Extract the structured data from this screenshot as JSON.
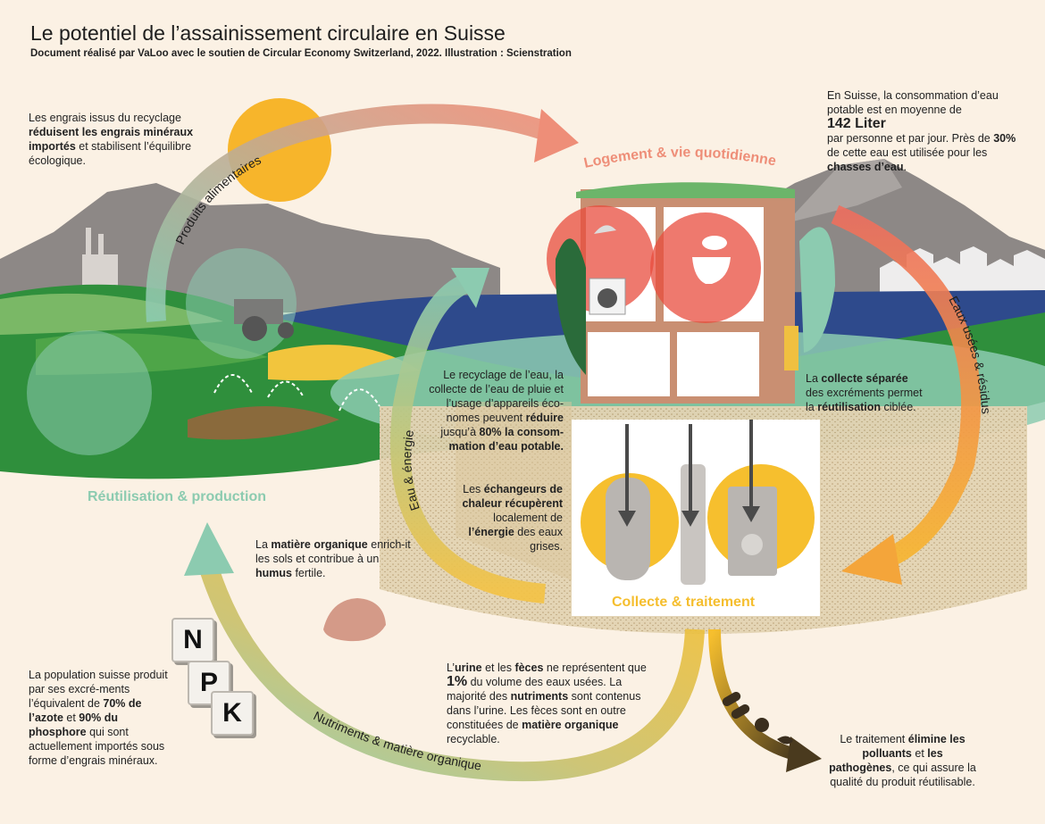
{
  "header": {
    "title": "Le potentiel de l’assainissement circulaire en Suisse",
    "subtitle": "Document réalisé par VaLoo avec le soutien de Circular Economy Switzerland, 2022. Illustration : Scienstration"
  },
  "sections": {
    "housing": "Logement & vie quotidienne",
    "reuse": "Réutilisation & production",
    "collect": "Collecte & traitement"
  },
  "flows": {
    "food": "Produits alimentaires",
    "wastewater": "Eaux usées & résidus",
    "water_energy": "Eau & énergie",
    "nutrients": "Nutriments & matière organique"
  },
  "npk": {
    "n": "N",
    "p": "P",
    "k": "K"
  },
  "notes": {
    "fertilizer": {
      "t1": "Les engrais issus du recyclage ",
      "b1": "réduisent les engrais minéraux importés",
      "t2": " et stabilisent l’équilibre écologique."
    },
    "consumption": {
      "t1": "En Suisse, la consommation d’eau potable est en moyenne de",
      "big": "142 Liter",
      "t2": " par personne et par jour. Près de ",
      "b1": "30%",
      "t3": " de cette eau est utilisée pour les ",
      "b2": "chasses d’eau",
      "t4": "."
    },
    "recycling": {
      "t1": "Le recyclage de l’eau, la collecte de l’eau de pluie et l’usage d’appareils éco-nomes peuvent ",
      "b1": "réduire",
      "t2": " jusqu’à ",
      "b2": "80% la consom-mation d’eau potable."
    },
    "separate": {
      "t1": "La ",
      "b1": "collecte séparée",
      "t2": " des excréments permet la ",
      "b2": "réutilisation",
      "t3": " ciblée."
    },
    "heat": {
      "t1": "Les ",
      "b1": "échangeurs de chaleur récupèrent",
      "t2": " localement de ",
      "b2": "l’énergie",
      "t3": " des eaux grises."
    },
    "organic": {
      "t1": "La ",
      "b1": "matière organique",
      "t2": " enrich-it les sols et contribue à un ",
      "b2": "humus",
      "t3": " fertile."
    },
    "population": {
      "t1": "La population suisse produit par ses excré-ments l’équivalent de ",
      "b1": "70% de l’azote",
      "t2": " et ",
      "b2": "90% du phosphore",
      "t3": " qui sont actuellement importés sous forme d’engrais minéraux."
    },
    "urine": {
      "t1": "L’",
      "b1": "urine",
      "t2": " et les ",
      "b2": "fèces",
      "t3": " ne représentent que ",
      "b3": "1%",
      "t4": " du volume des eaux usées. La majorité des ",
      "b4": "nutriments",
      "t5": " sont contenus dans l’urine. Les fèces sont en outre constituées de ",
      "b5": "matière organique",
      "t6": " recyclable."
    },
    "treatment": {
      "t1": "Le traitement ",
      "b1": "élimine les polluants",
      "t2": " et ",
      "b2": "les pathogènes",
      "t3": ", ce qui assure la qualité du produit réutilisable."
    }
  },
  "colors": {
    "background": "#fbf1e4",
    "green": "#8ccbb0",
    "salmon": "#ee8e78",
    "yellow": "#f5be2e",
    "field_green": "#2f8f3c",
    "lake": "#2e4a8c",
    "mountain": "#8a8582",
    "sun": "#f7b52b"
  }
}
